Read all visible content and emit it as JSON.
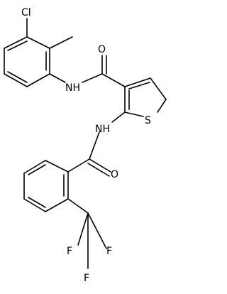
{
  "molecule": {
    "atoms": {
      "cl": "Cl",
      "o_top": "O",
      "nh_amide": "NH",
      "s_ring": "S",
      "nh_lower": "NH",
      "o_lower": "O",
      "f_left": "F",
      "f_right": "F",
      "f_bottom": "F"
    },
    "colors": {
      "bond": "#000000",
      "label": "#000000",
      "background": "#ffffff"
    }
  }
}
